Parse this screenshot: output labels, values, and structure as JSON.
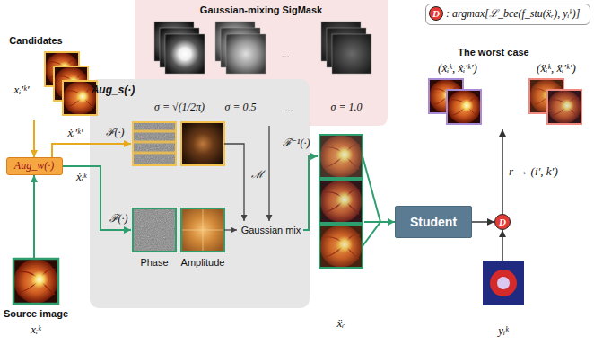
{
  "diagram": {
    "nodes": [
      {
        "text": [
          ": argmax[ℒ_bce(f_stu(ẍᵣ), yᵢᵏ)]"
        ]
      },
      {
        "text": [
          "D"
        ],
        "in": 0
      },
      {
        "text": [
          "Gaussian-mixing SigMask"
        ]
      },
      {
        "text": [
          "Candidates",
          "xᵢ′ᵏ′"
        ]
      },
      {
        "text": [
          "Aug_w(·)"
        ]
      },
      {
        "text": [
          "Source image",
          "xᵢᵏ"
        ]
      },
      {
        "text": [
          "Aug_s(·)"
        ]
      },
      {
        "text": [
          "Phase"
        ],
        "in": 6
      },
      {
        "text": [
          "Amplitude"
        ],
        "in": 6
      },
      {
        "text": [
          "ẍᵣ"
        ]
      },
      {
        "text": [
          "Student"
        ]
      },
      {
        "text": [
          "D"
        ]
      },
      {
        "text": [
          "yᵢᵏ"
        ]
      },
      {
        "text": [
          "The worst case",
          "(ẋᵢᵏ, ẋᵢ′ᵏ′)",
          "(ẍᵢᵏ, ẍᵢ′ᵏ′)"
        ]
      }
    ],
    "edges": [
      {
        "from": 3,
        "to": 4,
        "arrow": "to"
      },
      {
        "from": 5,
        "to": 4,
        "arrow": "to"
      },
      {
        "from": 4,
        "to": 7,
        "label": "ẋᵢᵏ",
        "arrow": "to"
      },
      {
        "from": 9,
        "to": 10,
        "arrow": "to"
      },
      {
        "from": 10,
        "to": 11,
        "arrow": "to"
      },
      {
        "from": 12,
        "to": 11,
        "arrow": "to"
      },
      {
        "from": 11,
        "to": 13,
        "label": "r → (i′, k′)",
        "arrow": "to"
      }
    ],
    "labels": [
      "ẋᵢ′ᵏ′",
      "ℱ(·)",
      "ℱ(·)",
      "ℳ",
      "Gaussian mix",
      "ℱ⁻¹(·)",
      "σ = √(1/2π)",
      "σ = 0.5",
      "...",
      "σ = 1.0",
      "..."
    ]
  }
}
